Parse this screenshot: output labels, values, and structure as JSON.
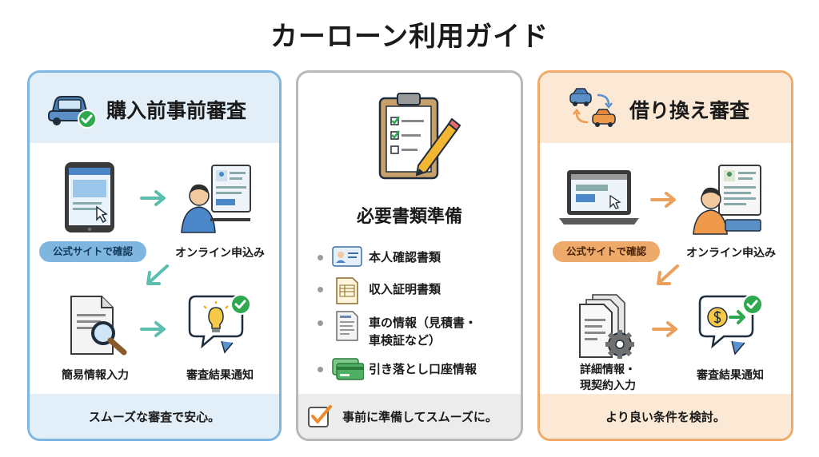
{
  "title": "カーローン利用ガイド",
  "panels": {
    "pre": {
      "title": "購入前事前審査",
      "pill": "公式サイトで確認",
      "step_online": "オンライン申込み",
      "step_input": "簡易情報入力",
      "step_result": "審査結果通知",
      "footer": "スムーズな審査で安心。"
    },
    "docs": {
      "title": "必要書類準備",
      "items": [
        "本人確認書類",
        "収入証明書類",
        "車の情報（見積書・",
        "車検証など）",
        "引き落とし口座情報"
      ],
      "footer": "事前に準備してスムーズに。"
    },
    "refi": {
      "title": "借り換え審査",
      "pill": "公式サイトで確認",
      "step_online": "オンライン申込み",
      "step_input_1": "詳細情報・",
      "step_input_2": "現契約入力",
      "step_result": "審査結果通知",
      "footer": "より良い条件を検討。"
    }
  },
  "colors": {
    "blue_accent": "#7fb6e0",
    "orange_accent": "#eeaa6a",
    "teal_arrow": "#5bbfb0",
    "orange_arrow": "#eda05a",
    "check_green": "#2fa84f"
  }
}
